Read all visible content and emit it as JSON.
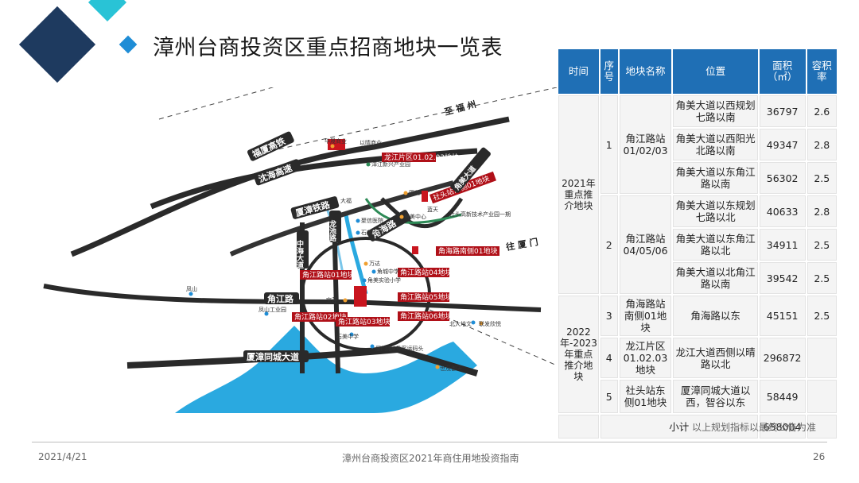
{
  "title": "漳州台商投资区重点招商地块一览表",
  "table": {
    "headers": {
      "time": "时间",
      "seq": "序号",
      "name": "地块名称",
      "location": "位置",
      "area": "面积（㎡）",
      "far": "容积率"
    },
    "period_2021": "2021年重点推介地块",
    "period_2022": "2022年-2023年重点推介地块",
    "rows": [
      {
        "seq": "1",
        "name": "角江路站01/02/03",
        "location": "角美大道以西规划七路以南",
        "area": "36797",
        "far": "2.6"
      },
      {
        "location": "角美大道以西阳光北路以南",
        "area": "49347",
        "far": "2.8"
      },
      {
        "location": "角美大道以东角江路以南",
        "area": "56302",
        "far": "2.5"
      },
      {
        "seq": "2",
        "name": "角江路站04/05/06",
        "location": "角美大道以东规划七路以北",
        "area": "40633",
        "far": "2.8"
      },
      {
        "location": "角美大道以东角江路以北",
        "area": "34911",
        "far": "2.5"
      },
      {
        "location": "角美大道以北角江路以南",
        "area": "39542",
        "far": "2.5"
      },
      {
        "seq": "3",
        "name": "角海路站南侧01地块",
        "location": "角海路以东",
        "area": "45151",
        "far": "2.5"
      },
      {
        "seq": "4",
        "name": "龙江片区01.02.03地块",
        "location": "龙江大道西侧以晴路以北",
        "area": "296872",
        "far": ""
      },
      {
        "seq": "5",
        "name": "社头站东侧01地块",
        "location": "厦漳同城大道以西，智谷以东",
        "area": "58449",
        "far": ""
      }
    ],
    "subtotal_label": "小计",
    "subtotal_area": "658004"
  },
  "note": "以上规划指标以最终公告为准",
  "footer": {
    "date": "2021/4/21",
    "center": "漳州台商投资区2021年商住用地投资指南",
    "page": "26"
  },
  "map": {
    "roads": {
      "fuzhou": "至 福 州",
      "xiamen": "往 厦 门",
      "fuxia": "福厦高铁",
      "shenhai": "沈海高速",
      "xiazhang_rail": "厦漳铁路",
      "zhonghai": "中海大道",
      "longchi": "龙池路",
      "jiaohai": "角海路",
      "jiaojiang": "角江路",
      "xiazhang_avenue": "厦漳同城大道",
      "jiaomei_avenue": "角美大道"
    },
    "parcels": [
      "龙江片区01.02.03地块",
      "社头站东侧01地块",
      "角海路南侧01地块",
      "角江路站01地块",
      "角江路站04地块",
      "角江路站05地块",
      "角江路站02地块",
      "角江路站03地块",
      "角江路站06地块"
    ],
    "places": [
      "华晟商业",
      "以晴商业",
      "漳江新兴产业园",
      "大福",
      "国美",
      "聚信医院",
      "蓝天",
      "社头高新技术产业园一期",
      "角美中心",
      "石美小学",
      "万达",
      "角城中学",
      "角美实验小学",
      "宝莲",
      "凤山",
      "凤山工业园",
      "北大培文",
      "联发欣悦",
      "石美中学",
      "厦门港6号客运码头",
      "世茂御天"
    ]
  }
}
